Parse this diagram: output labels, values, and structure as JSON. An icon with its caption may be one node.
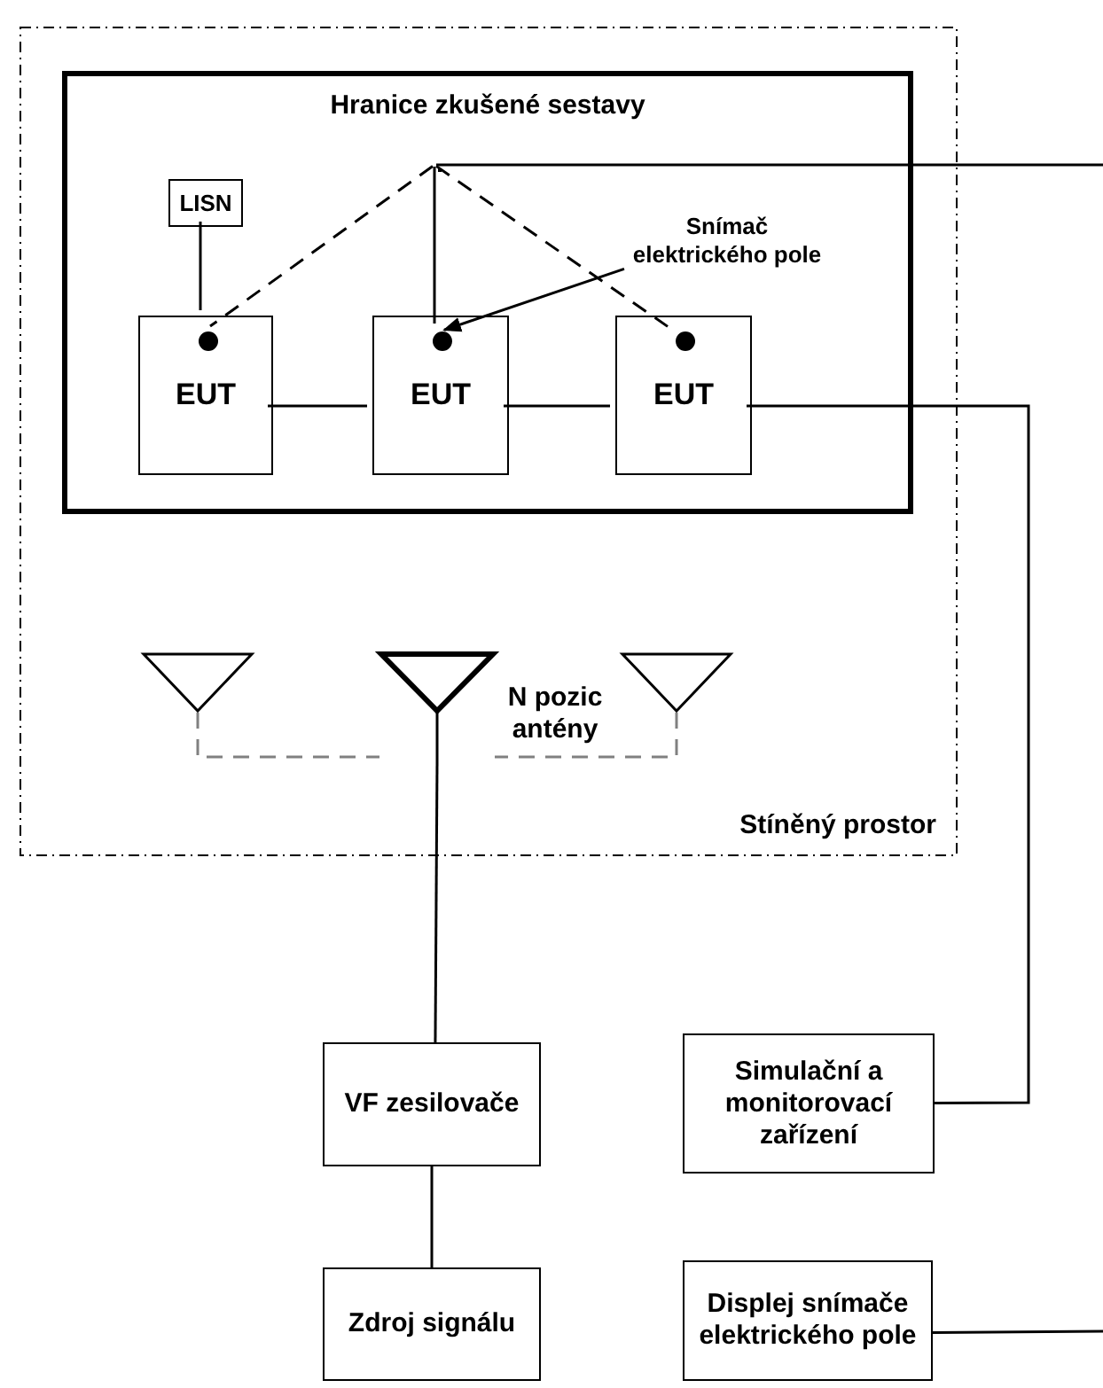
{
  "diagram": {
    "nodes": [
      {
        "text": [
          "Stíněný prostor"
        ]
      },
      {
        "text": [
          "Hranice zkušené sestavy"
        ],
        "in": 0
      },
      {
        "text": [
          "LISN"
        ],
        "in": 1
      },
      {
        "text": [
          "EUT"
        ],
        "in": 1
      },
      {
        "text": [],
        "shape": "circle",
        "in": 3
      },
      {
        "text": [
          "EUT"
        ],
        "in": 1
      },
      {
        "text": [],
        "shape": "circle",
        "in": 5
      },
      {
        "text": [
          "EUT"
        ],
        "in": 1
      },
      {
        "text": [],
        "shape": "circle",
        "in": 7
      },
      {
        "text": [],
        "shape": "point",
        "in": 1
      },
      {
        "text": [
          "Snímač elektrického pole"
        ],
        "in": 1
      },
      {
        "text": [],
        "shape": "antenna",
        "in": 0
      },
      {
        "text": [],
        "shape": "antenna",
        "in": 0
      },
      {
        "text": [],
        "shape": "antenna",
        "in": 0
      },
      {
        "text": [
          "VF zesilovače"
        ]
      },
      {
        "text": [
          "Zdroj signálu"
        ]
      },
      {
        "text": [
          "Simulační a monitorovací zařízení"
        ]
      },
      {
        "text": [
          "Displej snímače elektrického pole"
        ]
      }
    ],
    "edges": [
      {
        "from": 2,
        "to": 3,
        "arrow": "none"
      },
      {
        "from": 3,
        "to": 5,
        "arrow": "none"
      },
      {
        "from": 5,
        "to": 7,
        "arrow": "none"
      },
      {
        "from": 7,
        "to": 16,
        "arrow": "none"
      },
      {
        "from": 9,
        "to": 4,
        "arrow": "none",
        "style": "dashed"
      },
      {
        "from": 9,
        "to": 6,
        "arrow": "none"
      },
      {
        "from": 9,
        "to": 8,
        "arrow": "none",
        "style": "dashed"
      },
      {
        "from": 9,
        "to": null,
        "arrow": "none"
      },
      {
        "from": 10,
        "to": 6,
        "arrow": "to"
      },
      {
        "from": 11,
        "to": 12,
        "arrow": "none",
        "style": "dashed",
        "color": "#808080"
      },
      {
        "from": 13,
        "to": 12,
        "arrow": "none",
        "style": "dashed",
        "color": "#808080"
      },
      {
        "from": 12,
        "to": 14,
        "arrow": "none"
      },
      {
        "from": 14,
        "to": 15,
        "arrow": "none"
      },
      {
        "from": 17,
        "to": null,
        "arrow": "none"
      }
    ],
    "labels": [
      "N pozic antény"
    ]
  }
}
